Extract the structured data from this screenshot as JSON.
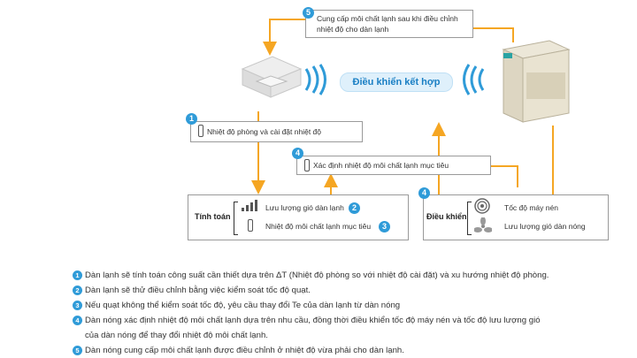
{
  "center_label": "Điều khiển kết hợp",
  "step1": {
    "number": "1",
    "text": "Nhiệt độ phòng và cài đặt nhiệt độ"
  },
  "step2": {
    "number": "2",
    "text": "Lưu lượng gió dàn lạnh"
  },
  "step3": {
    "number": "3",
    "text": "Nhiệt độ môi chất lạnh mục tiêu"
  },
  "step4": {
    "number": "4",
    "text": "Xác định nhiệt độ môi chất lạnh mục tiêu"
  },
  "step4b": {
    "number": "4"
  },
  "step5": {
    "number": "5",
    "line1": "Cung cấp môi chất lạnh sau khi điều chỉnh",
    "line2": "nhiệt độ cho dàn lạnh"
  },
  "calc_box": {
    "label": "Tính toán"
  },
  "control_box": {
    "label": "Điều khiển",
    "item1": "Tốc độ máy nén",
    "item2": "Lưu lượng gió dàn nóng"
  },
  "colors": {
    "accent_blue": "#2f9bd8",
    "arrow_orange": "#f5a623"
  },
  "notes": [
    {
      "number": "1",
      "text": "Dàn lạnh sẽ tính toán công suất cần thiết dựa trên ΔT (Nhiệt độ phòng so với nhiệt độ cài đặt) và xu hướng nhiệt độ phòng."
    },
    {
      "number": "2",
      "text": "Dàn lạnh sẽ thử điều chỉnh bằng việc kiểm soát tốc độ quạt."
    },
    {
      "number": "3",
      "text": "Nếu quạt không thể kiểm soát tốc độ, yêu cầu thay đổi Te của dàn lạnh từ dàn nóng"
    },
    {
      "number": "4",
      "text": "Dàn nóng xác định nhiệt độ môi chất lạnh dựa trên nhu cầu, đồng thời điều khiển tốc độ máy nén và tốc độ lưu lượng gió",
      "text2": "của dàn nóng để thay đổi nhiệt độ môi chất lạnh."
    },
    {
      "number": "5",
      "text": "Dàn nóng cung cấp môi chất lạnh được điều chỉnh ở nhiệt độ vừa phải cho dàn lạnh."
    }
  ]
}
